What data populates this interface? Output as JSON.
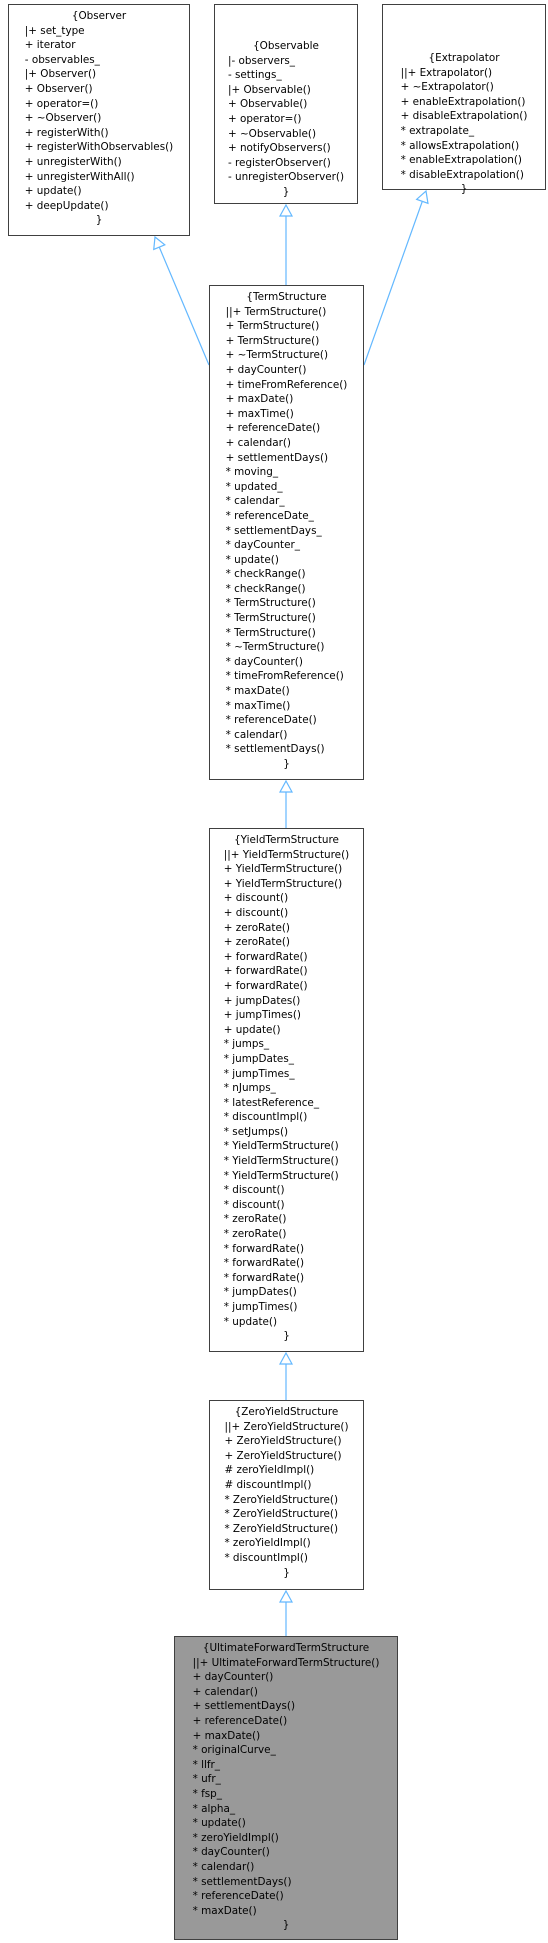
{
  "colors": {
    "edge": "#63b8ff",
    "box_border": "#404040",
    "highlight_fill": "#999999"
  },
  "classes": [
    {
      "id": "observer",
      "title": "{Observer",
      "members": [
        "|+ set_type",
        "+ iterator",
        "- observables_",
        "|+ Observer()",
        "+ Observer()",
        "+ operator=()",
        "+ ~Observer()",
        "+ registerWith()",
        "+ registerWithObservables()",
        "+ unregisterWith()",
        "+ unregisterWithAll()",
        "+ update()",
        "+ deepUpdate()"
      ],
      "close": "}"
    },
    {
      "id": "observable",
      "title": "{Observable",
      "members": [
        "|- observers_",
        "- settings_",
        "|+ Observable()",
        "+ Observable()",
        "+ operator=()",
        "+ ~Observable()",
        "+ notifyObservers()",
        "- registerObserver()",
        "- unregisterObserver()"
      ],
      "close": "}"
    },
    {
      "id": "extrapolator",
      "title": "{Extrapolator",
      "members": [
        "||+ Extrapolator()",
        "+ ~Extrapolator()",
        "+ enableExtrapolation()",
        "+ disableExtrapolation()",
        "* extrapolate_",
        "* allowsExtrapolation()",
        "* enableExtrapolation()",
        "* disableExtrapolation()"
      ],
      "close": "}"
    },
    {
      "id": "term-structure",
      "title": "{TermStructure",
      "members": [
        "||+ TermStructure()",
        "+ TermStructure()",
        "+ TermStructure()",
        "+ ~TermStructure()",
        "+ dayCounter()",
        "+ timeFromReference()",
        "+ maxDate()",
        "+ maxTime()",
        "+ referenceDate()",
        "+ calendar()",
        "+ settlementDays()",
        "* moving_",
        "* updated_",
        "* calendar_",
        "* referenceDate_",
        "* settlementDays_",
        "* dayCounter_",
        "* update()",
        "* checkRange()",
        "* checkRange()",
        "* TermStructure()",
        "* TermStructure()",
        "* TermStructure()",
        "* ~TermStructure()",
        "* dayCounter()",
        "* timeFromReference()",
        "* maxDate()",
        "* maxTime()",
        "* referenceDate()",
        "* calendar()",
        "* settlementDays()"
      ],
      "close": "}"
    },
    {
      "id": "yield-term-structure",
      "title": "{YieldTermStructure",
      "members": [
        "||+ YieldTermStructure()",
        "+ YieldTermStructure()",
        "+ YieldTermStructure()",
        "+ discount()",
        "+ discount()",
        "+ zeroRate()",
        "+ zeroRate()",
        "+ forwardRate()",
        "+ forwardRate()",
        "+ forwardRate()",
        "+ jumpDates()",
        "+ jumpTimes()",
        "+ update()",
        "* jumps_",
        "* jumpDates_",
        "* jumpTimes_",
        "* nJumps_",
        "* latestReference_",
        "* discountImpl()",
        "* setJumps()",
        "* YieldTermStructure()",
        "* YieldTermStructure()",
        "* YieldTermStructure()",
        "* discount()",
        "* discount()",
        "* zeroRate()",
        "* zeroRate()",
        "* forwardRate()",
        "* forwardRate()",
        "* forwardRate()",
        "* jumpDates()",
        "* jumpTimes()",
        "* update()"
      ],
      "close": "}"
    },
    {
      "id": "zero-yield-structure",
      "title": "{ZeroYieldStructure",
      "members": [
        "||+ ZeroYieldStructure()",
        "+ ZeroYieldStructure()",
        "+ ZeroYieldStructure()",
        "# zeroYieldImpl()",
        "# discountImpl()",
        "* ZeroYieldStructure()",
        "* ZeroYieldStructure()",
        "* ZeroYieldStructure()",
        "* zeroYieldImpl()",
        "* discountImpl()"
      ],
      "close": "}"
    },
    {
      "id": "ultimate-forward-term-structure",
      "title": "{UltimateForwardTermStructure",
      "members": [
        "||+ UltimateForwardTermStructure()",
        "+ dayCounter()",
        "+ calendar()",
        "+ settlementDays()",
        "+ referenceDate()",
        "+ maxDate()",
        "* originalCurve_",
        "* llfr_",
        "* ufr_",
        "* fsp_",
        "* alpha_",
        "* update()",
        "* zeroYieldImpl()",
        "* dayCounter()",
        "* calendar()",
        "* settlementDays()",
        "* referenceDate()",
        "* maxDate()"
      ],
      "close": "}"
    }
  ],
  "edges": [
    {
      "from": "term-structure",
      "to": "observer"
    },
    {
      "from": "term-structure",
      "to": "observable"
    },
    {
      "from": "term-structure",
      "to": "extrapolator"
    },
    {
      "from": "yield-term-structure",
      "to": "term-structure"
    },
    {
      "from": "zero-yield-structure",
      "to": "yield-term-structure"
    },
    {
      "from": "ultimate-forward-term-structure",
      "to": "zero-yield-structure"
    }
  ]
}
